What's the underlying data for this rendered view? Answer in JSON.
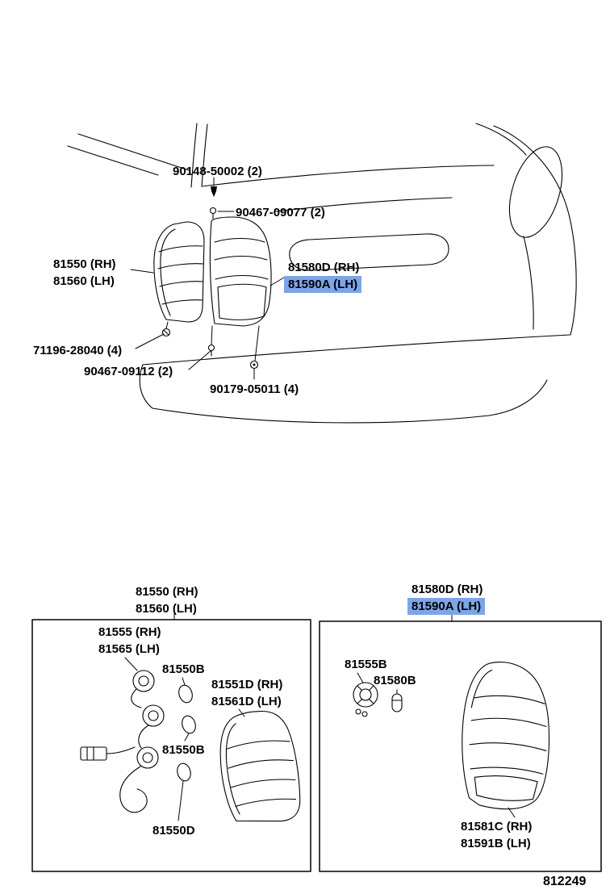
{
  "diagram": {
    "page_code": "812249",
    "highlight_color": "#7DA5E8",
    "line_color": "#000000",
    "background": "#FFFFFF"
  },
  "main_view": {
    "labels": {
      "bolt_top": "90148-50002 (2)",
      "clip_upper": "90467-09077 (2)",
      "lamp_assy_rh": "81550 (RH)",
      "lamp_assy_lh": "81560 (LH)",
      "lamp_assy2_rh": "81580D (RH)",
      "lamp_assy2_lh": "81590A (LH)",
      "bolt_lower": "71196-28040 (4)",
      "clip_lower": "90467-09112 (2)",
      "screw_bumper": "90179-05011 (4)"
    }
  },
  "detail_left": {
    "title_rh": "81550 (RH)",
    "title_lh": "81560 (LH)",
    "cord_rh": "81555 (RH)",
    "cord_lh": "81565 (LH)",
    "bulb_upper": "81550B",
    "lens_rh": "81551D (RH)",
    "lens_lh": "81561D (LH)",
    "bulb_middle": "81550B",
    "bulb_lower": "81550D"
  },
  "detail_right": {
    "title_rh": "81580D (RH)",
    "title_lh": "81590A (LH)",
    "socket": "81555B",
    "bulb": "81580B",
    "body_rh": "81581C (RH)",
    "body_lh": "81591B (LH)"
  }
}
